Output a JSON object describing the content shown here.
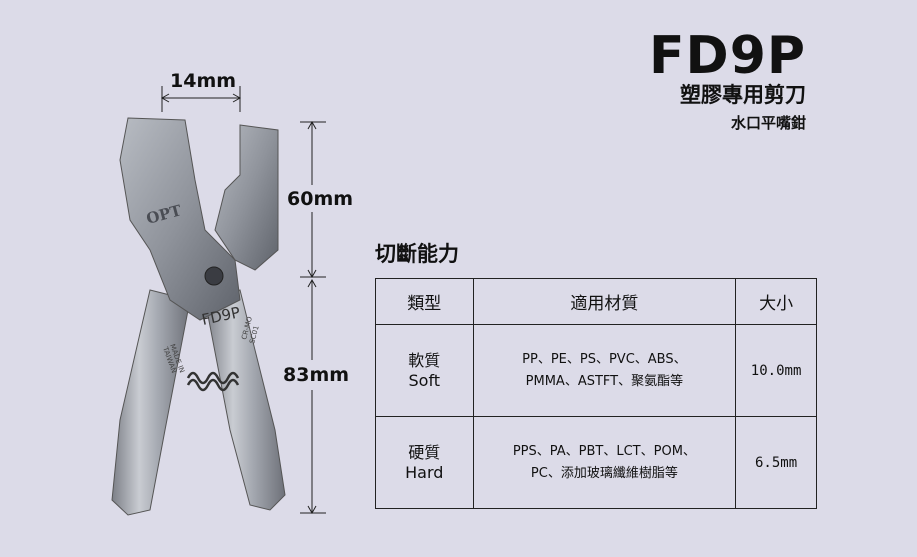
{
  "header": {
    "model": "FD9P",
    "subtitle": "塑膠專用剪刀",
    "subtitle2": "水口平嘴鉗"
  },
  "dimensions": {
    "width": "14mm",
    "blade_length": "60mm",
    "handle_length": "83mm"
  },
  "tool": {
    "brand_mark": "OPT",
    "engraved_model": "FD9P",
    "engraving_left": [
      "MADE IN",
      "TAIWAN"
    ],
    "engraving_right": [
      "CR-MO",
      "SC01"
    ]
  },
  "spec": {
    "heading": "切斷能力",
    "columns": [
      "類型",
      "適用材質",
      "大小"
    ],
    "rows": [
      {
        "type": [
          "軟質",
          "Soft"
        ],
        "materials": [
          "PP、PE、PS、PVC、ABS、",
          "PMMA、ASTFT、聚氨酯等"
        ],
        "size": "10.0mm"
      },
      {
        "type": [
          "硬質",
          "Hard"
        ],
        "materials": [
          "PPS、PA、PBT、LCT、POM、",
          "PC、添加玻璃纖維樹脂等"
        ],
        "size": "6.5mm"
      }
    ]
  }
}
